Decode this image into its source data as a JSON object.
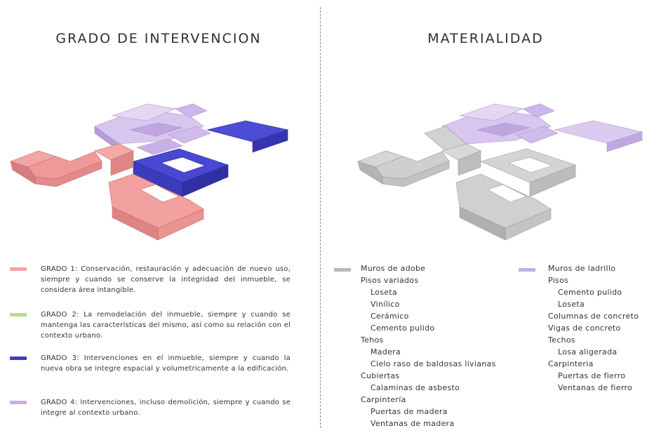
{
  "titles": {
    "left": "GRADO DE INTERVENCION",
    "right": "MATERIALIDAD"
  },
  "colors": {
    "grado1": "#f08f8f",
    "grado2": "#b7dc8c",
    "grado3": "#4040cc",
    "grado4": "#c6aee3",
    "adobe": "#bdbdbd",
    "ladrillo": "#c6aee3"
  },
  "grados": [
    {
      "color": "#f4a3a3",
      "text": "GRADO 1: Conservación, restauración y adecuación de nuevo uso, siempre y cuando se conserve la integridad del inmueble, se considera área intangible."
    },
    {
      "color": "#b7dc8c",
      "text": "GRADO 2: La remodelación del inmueble, siempre y cuando se mantenga las características del mismo, así como su relación con el contexto urbano."
    },
    {
      "color": "#3f3fc2",
      "text": "GRADO 3: Intervenciones en el inmueble, siempre y cuando la nueva obra se integre espacial y volumetricamente a la edificación."
    },
    {
      "color": "#c6aee3",
      "text": "GRADO 4: Intervenciones, incluso demolición, siempre y cuando se integre al contexto urbano."
    }
  ],
  "materialidad": {
    "adobe": {
      "swatch": "#b8b8b8",
      "items": [
        {
          "level": 1,
          "text": "Muros de adobe"
        },
        {
          "level": 1,
          "text": "Pisos variados"
        },
        {
          "level": 2,
          "text": "Loseta"
        },
        {
          "level": 2,
          "text": "Vinílico"
        },
        {
          "level": 2,
          "text": "Cerámico"
        },
        {
          "level": 2,
          "text": "Cemento pulido"
        },
        {
          "level": 1,
          "text": "Tehos"
        },
        {
          "level": 2,
          "text": "Madera"
        },
        {
          "level": 2,
          "text": "Cielo raso de baldosas livianas"
        },
        {
          "level": 1,
          "text": "Cubiertas"
        },
        {
          "level": 2,
          "text": "Calaminas de asbesto"
        },
        {
          "level": 1,
          "text": "Carpintería"
        },
        {
          "level": 2,
          "text": "Puertas de madera"
        },
        {
          "level": 2,
          "text": "Ventanas de madera"
        }
      ]
    },
    "ladrillo": {
      "swatch": "#c6aee3",
      "items": [
        {
          "level": 1,
          "text": "Muros de ladrillo"
        },
        {
          "level": 1,
          "text": "Pisos"
        },
        {
          "level": 2,
          "text": "Cemento pulido"
        },
        {
          "level": 2,
          "text": "Loseta"
        },
        {
          "level": 1,
          "text": "Columnas de concreto"
        },
        {
          "level": 1,
          "text": "Vigas de concreto"
        },
        {
          "level": 1,
          "text": "Techos"
        },
        {
          "level": 2,
          "text": "Losa aligerada"
        },
        {
          "level": 1,
          "text": "Carpinteria"
        },
        {
          "level": 2,
          "text": "Puertas de fierro"
        },
        {
          "level": 2,
          "text": "Ventanas de fierro"
        }
      ]
    }
  }
}
